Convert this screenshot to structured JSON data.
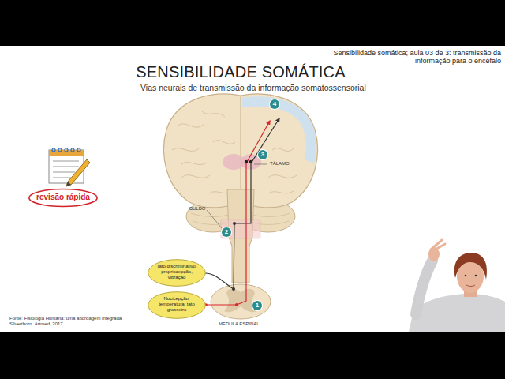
{
  "diagram": {
    "title": "SENSIBILIDADE SOMÁTICA",
    "nodes": [
      {
        "text": [
          "revisão rápida"
        ]
      },
      {
        "text": [
          "Tato discriminativo, propriocepção, vibração"
        ]
      },
      {
        "text": [
          "Nocicepção, temperatura, tato grosseiro"
        ]
      }
    ],
    "labels": [
      "Sensibilidade somática; aula 03 de 3: transmissão da informação para o encéfalo",
      "Vias neurais de transmissão da informação somatossensorial",
      "TÁLAMO",
      "BULBO",
      "MEDULA ESPINAL",
      "1",
      "2",
      "3",
      "4",
      "Fonte: Fisiologia Humana: uma abordagem integrada Silverthorn. Artmed, 2017"
    ]
  }
}
